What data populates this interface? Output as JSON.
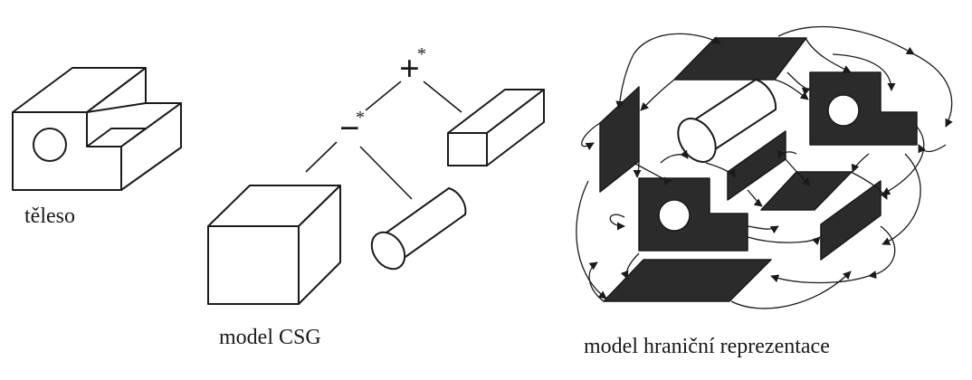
{
  "solid": {
    "caption": "těleso"
  },
  "csg": {
    "caption": "model CSG",
    "union_operator": "+",
    "union_star": "*",
    "difference_operator": "−",
    "difference_star": "*"
  },
  "brep": {
    "caption": "model hraniční reprezentace"
  },
  "colors": {
    "ink": "#1a1a1a",
    "face_fill": "#2b2b2b",
    "background": "#ffffff"
  }
}
